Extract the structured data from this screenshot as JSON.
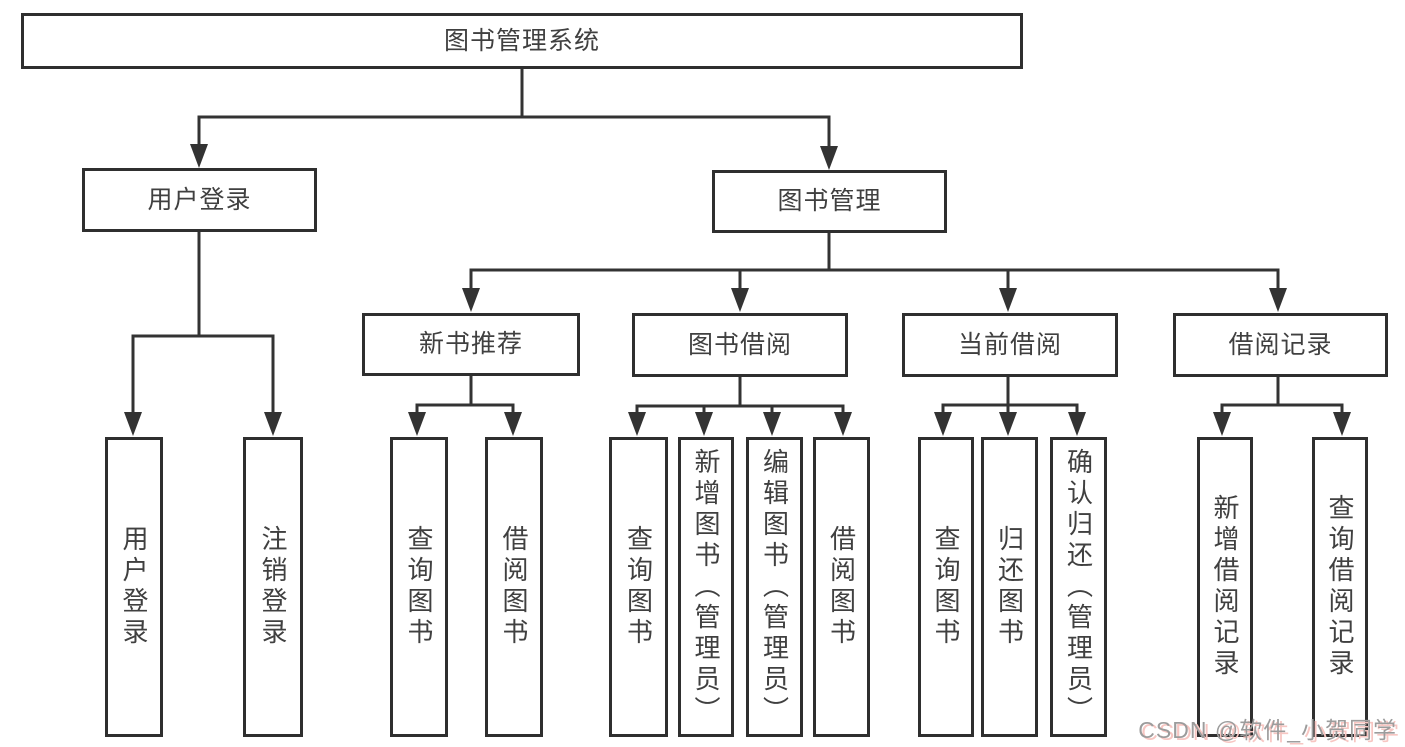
{
  "tree": {
    "label": "图书管理系统",
    "children": [
      {
        "label": "用户登录",
        "children": [
          {
            "label": "用户登录"
          },
          {
            "label": "注销登录"
          }
        ]
      },
      {
        "label": "图书管理",
        "children": [
          {
            "label": "新书推荐",
            "children": [
              {
                "label": "查询图书"
              },
              {
                "label": "借阅图书"
              }
            ]
          },
          {
            "label": "图书借阅",
            "children": [
              {
                "label": "查询图书"
              },
              {
                "label": "新增图书（管理员）"
              },
              {
                "label": "编辑图书（管理员）"
              },
              {
                "label": "借阅图书"
              }
            ]
          },
          {
            "label": "当前借阅",
            "children": [
              {
                "label": "查询图书"
              },
              {
                "label": "归还图书"
              },
              {
                "label": "确认归还（管理员）"
              }
            ]
          },
          {
            "label": "借阅记录",
            "children": [
              {
                "label": "新增借阅记录"
              },
              {
                "label": "查询借阅记录"
              }
            ]
          }
        ]
      }
    ]
  },
  "watermark": {
    "text": "CSDN @软件_小贺同学"
  },
  "colors": {
    "line": "#333333",
    "box_border": "#2f2f2f",
    "text": "#404040",
    "background": "#ffffff",
    "watermark_text": "#9c9c9c",
    "watermark_shadow": "#f7c6c2"
  }
}
